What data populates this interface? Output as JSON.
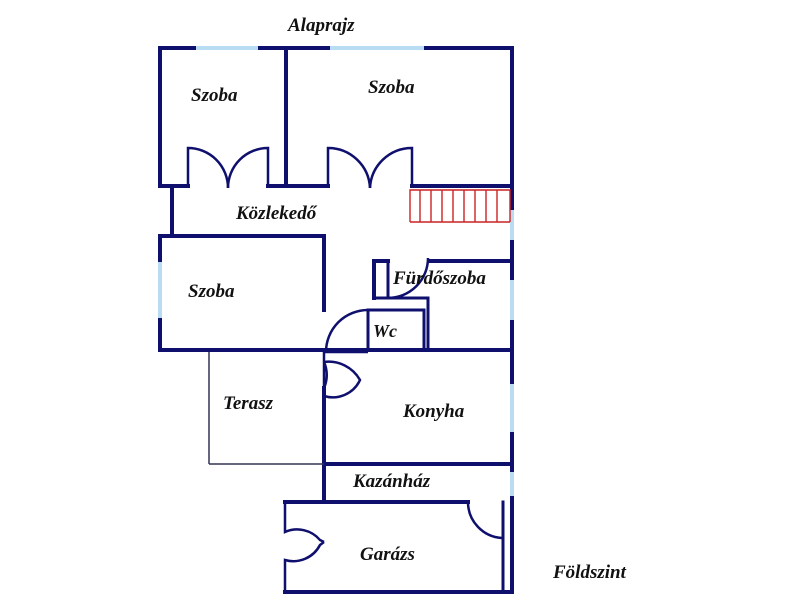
{
  "title": "Alaprajz",
  "level": "Földszint",
  "rooms": [
    {
      "key": "szoba1",
      "label": "Szoba"
    },
    {
      "key": "szoba2",
      "label": "Szoba"
    },
    {
      "key": "kozlekedo",
      "label": "Közlekedő"
    },
    {
      "key": "szoba3",
      "label": "Szoba"
    },
    {
      "key": "furdoszoba",
      "label": "Fürdőszoba"
    },
    {
      "key": "wc",
      "label": "Wc"
    },
    {
      "key": "terasz",
      "label": "Terasz"
    },
    {
      "key": "konyha",
      "label": "Konyha"
    },
    {
      "key": "kazanhaz",
      "label": "Kazánház"
    },
    {
      "key": "garazs",
      "label": "Garázs"
    }
  ],
  "colors": {
    "wall": "#0f0f6e",
    "window": "#b8dcf2",
    "stairs": "#cc2222",
    "terrace_line": "#333355"
  }
}
